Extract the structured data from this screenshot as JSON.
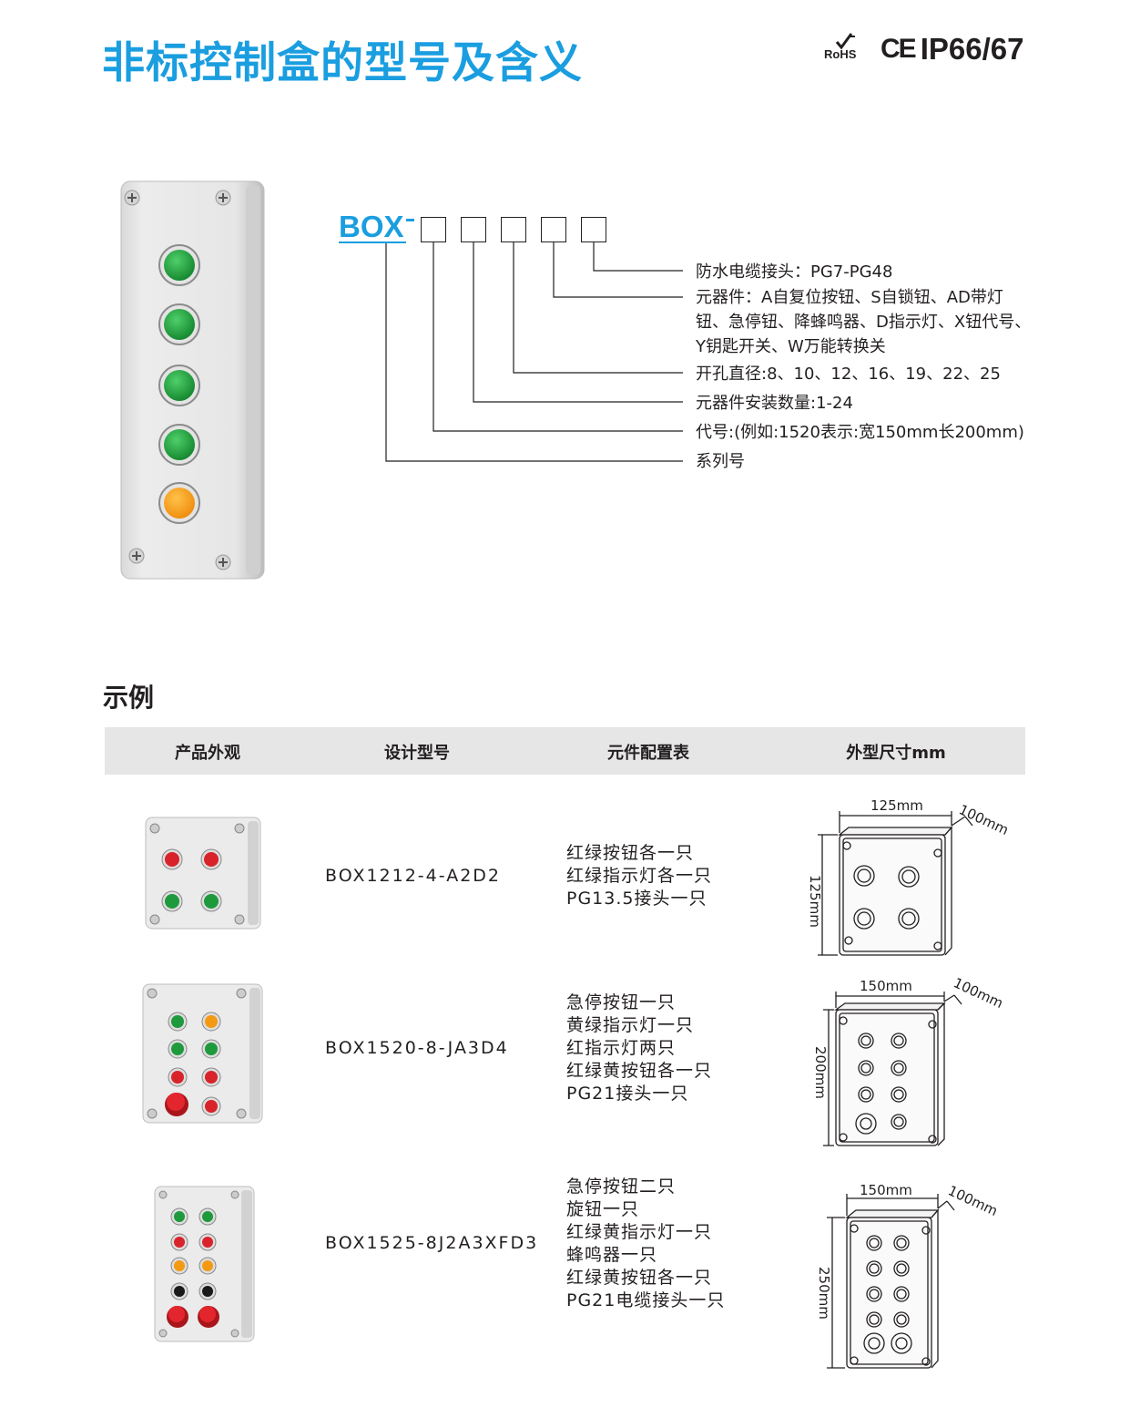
{
  "header": {
    "title": "非标控制盒的型号及含义",
    "rohs": "RoHS",
    "ce": "CE",
    "ip": "IP66/67"
  },
  "code": {
    "prefix": "BOX",
    "legend": [
      "防水电缆接头：PG7-PG48",
      "元器件：A自复位按钮、S自锁钮、AD带灯",
      "钮、急停钮、降蜂鸣器、D指示灯、X钮代号、",
      "Y钥匙开关、W万能转换关",
      "开孔直径:8、10、12、16、19、22、25",
      "元器件安装数量:1-24",
      "代号:(例如:1520表示:宽150mm长200mm)",
      "系列号"
    ]
  },
  "examples": {
    "title": "示例",
    "headers": [
      "产品外观",
      "设计型号",
      "元件配置表",
      "外型尺寸mm"
    ],
    "rows": [
      {
        "model": "BOX1212-4-A2D2",
        "config": [
          "红绿按钮各一只",
          "红绿指示灯各一只",
          "PG13.5接头一只"
        ],
        "dims": {
          "width": "125mm",
          "depth": "100mm",
          "height": "125mm"
        }
      },
      {
        "model": "BOX1520-8-JA3D4",
        "config": [
          "急停按钮一只",
          "黄绿指示灯一只",
          "红指示灯两只",
          "红绿黄按钮各一只",
          "PG21接头一只"
        ],
        "dims": {
          "width": "150mm",
          "depth": "100mm",
          "height": "200mm"
        }
      },
      {
        "model": "BOX1525-8J2A3XFD3",
        "config": [
          "急停按钮二只",
          "旋钮一只",
          "红绿黄指示灯一只",
          "蜂鸣器一只",
          "红绿黄按钮各一只",
          "PG21电缆接头一只"
        ],
        "dims": {
          "width": "150mm",
          "depth": "100mm",
          "height": "250mm"
        }
      }
    ]
  },
  "colors": {
    "brand": "#1a9ee0",
    "green_button": "#1e9a3c",
    "orange_button": "#f39a12",
    "red_button": "#d9232a"
  }
}
